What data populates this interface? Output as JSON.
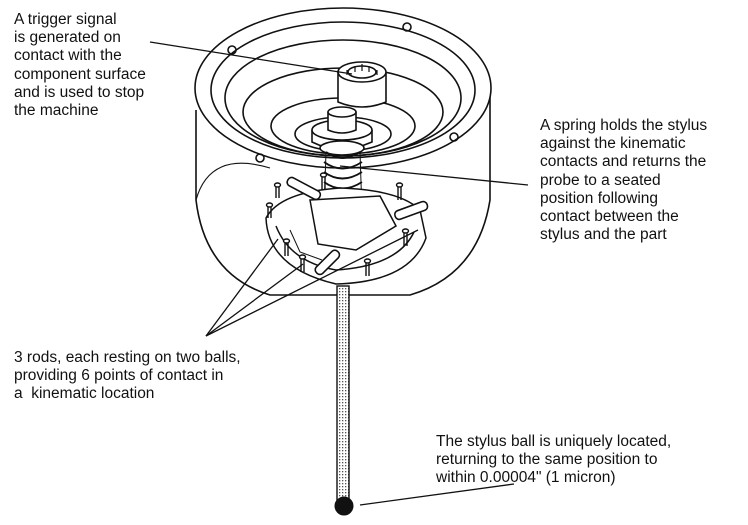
{
  "callouts": {
    "trigger": {
      "lines": [
        "A trigger signal",
        "is generated on",
        "contact with the",
        "component surface",
        "and is used to stop",
        "the machine"
      ]
    },
    "spring": {
      "lines": [
        "A spring holds the stylus",
        "against the kinematic",
        "contacts and returns the",
        "probe to a seated",
        "position following",
        "contact between the",
        "stylus and the part"
      ]
    },
    "rods": {
      "lines": [
        "3 rods, each resting on two balls,",
        "providing 6 points of contact in",
        "a  kinematic location"
      ]
    },
    "ball": {
      "lines": [
        "The stylus ball is uniquely located,",
        "returning to the same position to",
        "within 0.00004\" (1 micron)"
      ]
    }
  },
  "colors": {
    "ink": "#111111",
    "shading": "#bdbdbd",
    "dark": "#3a3a3a"
  }
}
